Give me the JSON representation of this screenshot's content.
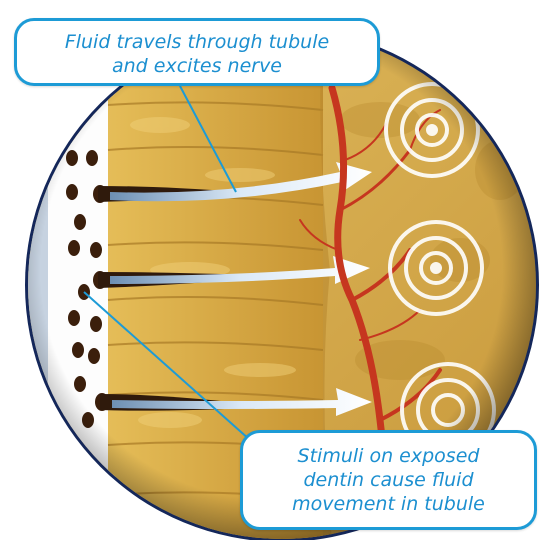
{
  "callouts": {
    "top": {
      "line1": "Fluid travels through tubule",
      "line2": "and excites nerve"
    },
    "bottom": {
      "line1": "Stimuli on exposed",
      "line2": "dentin cause fluid",
      "line3": "movement in tubule"
    }
  },
  "colors": {
    "callout_border": "#1d9bd6",
    "callout_text": "#1c8fd0",
    "dentin": "#d7a93f",
    "pulp": "#d9b354",
    "enamel_strip": "#c8d4e2",
    "nerve": "#c6361f",
    "fluid_arrow": "#e6f1fb",
    "rim": "#1b2d63"
  },
  "icons": {
    "stimulus": "concentric-rings-icon",
    "flow": "arrow-right-icon"
  }
}
